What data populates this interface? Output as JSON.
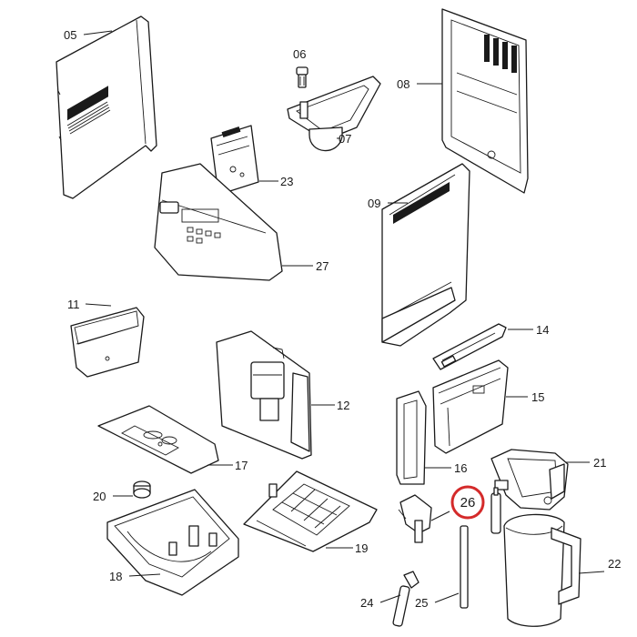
{
  "diagram": {
    "highlight_color": "#d42a2a",
    "highlighted_part": "26",
    "labels": {
      "p05": "05",
      "p06": "06",
      "p07": "07",
      "p08": "08",
      "p09": "09",
      "p11": "11",
      "p12": "12",
      "p14": "14",
      "p15": "15",
      "p16": "16",
      "p17": "17",
      "p18": "18",
      "p19": "19",
      "p20": "20",
      "p21": "21",
      "p22": "22",
      "p23": "23",
      "p24": "24",
      "p25": "25",
      "p26": "26",
      "p27": "27"
    }
  }
}
